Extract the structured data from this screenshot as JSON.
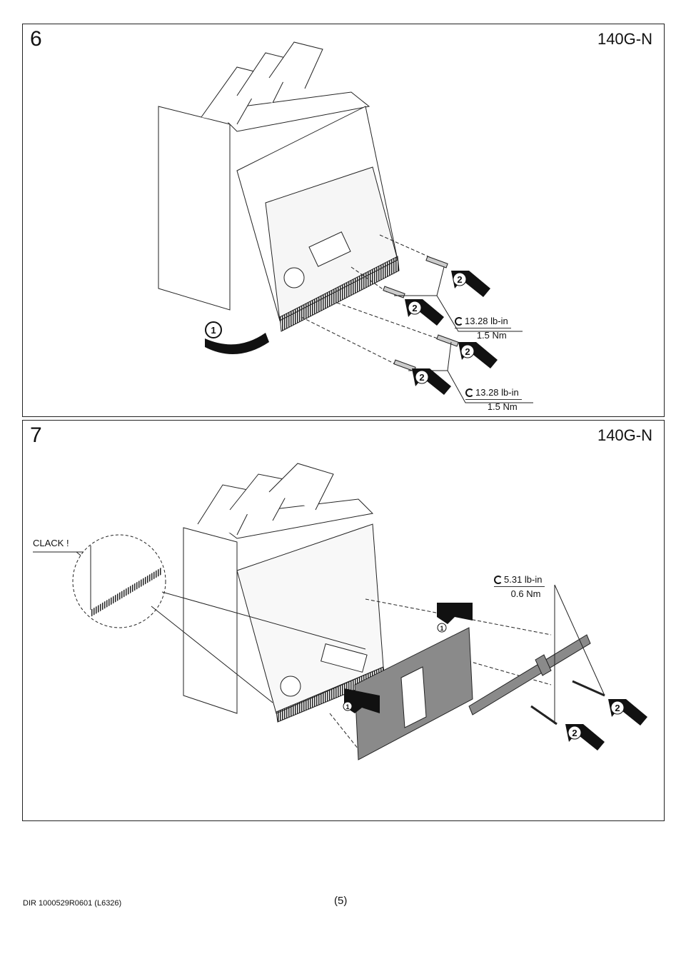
{
  "step6": {
    "number": "6",
    "model": "140G-N",
    "step_badges": [
      "1",
      "2",
      "2",
      "2",
      "2"
    ],
    "torque": [
      {
        "value_imperial": "13.28 lb-in",
        "value_metric": "1.5 Nm"
      },
      {
        "value_imperial": "13.28 lb-in",
        "value_metric": "1.5 Nm"
      }
    ]
  },
  "step7": {
    "number": "7",
    "model": "140G-N",
    "callout": "CLACK !",
    "step_badges": [
      "1",
      "1",
      "2",
      "2"
    ],
    "torque": {
      "value_imperial": "5.31 lb-in",
      "value_metric": "0.6 Nm"
    }
  },
  "footer": {
    "doc_id": "DIR 1000529R0601 (L6326)",
    "page": "(5)"
  }
}
